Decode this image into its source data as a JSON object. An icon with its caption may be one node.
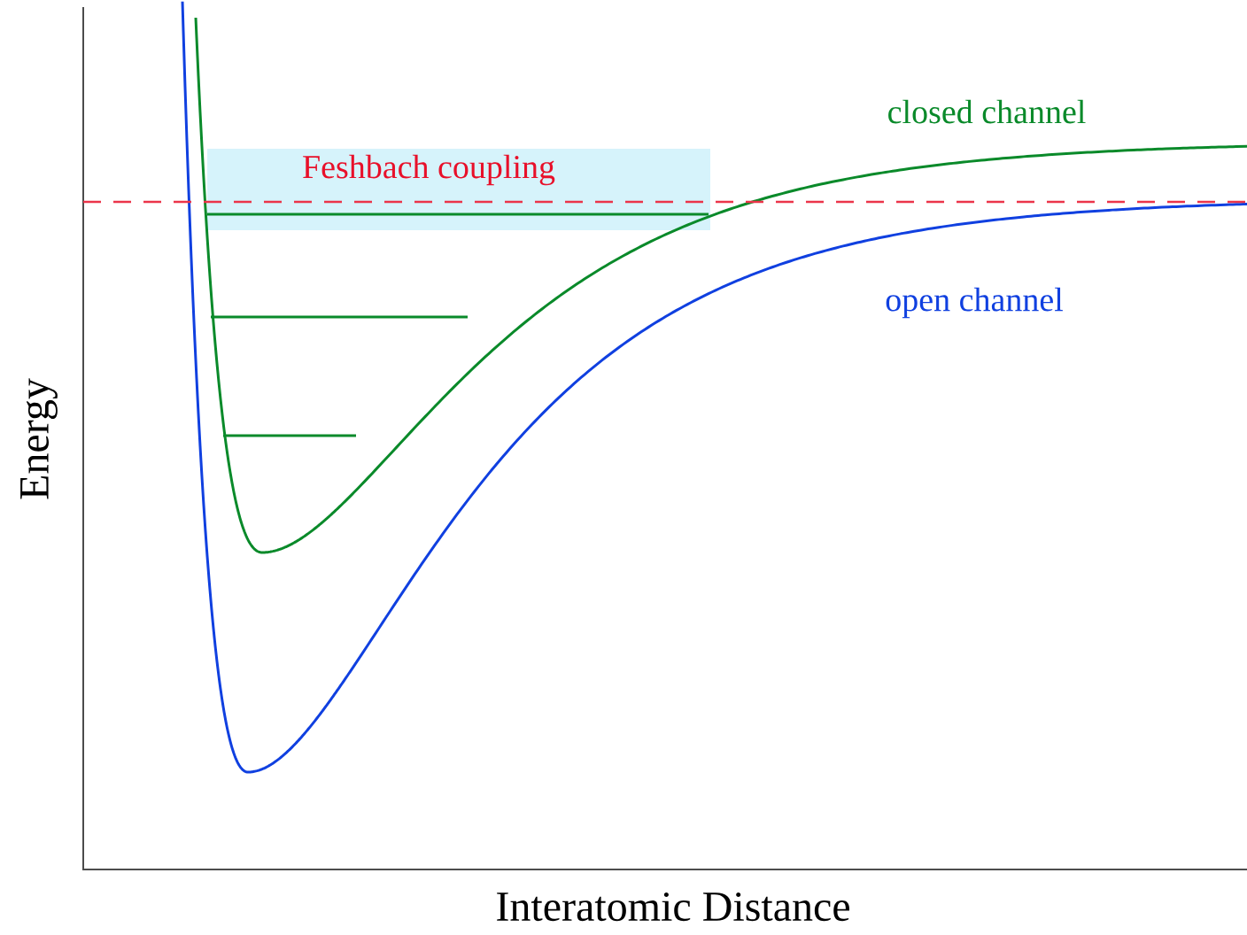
{
  "diagram": {
    "nodes": [
      {
        "text": [
          "Feshbach coupling"
        ]
      }
    ],
    "labels": [
      "closed channel",
      "open channel",
      "Energy",
      "Interatomic Distance"
    ]
  }
}
